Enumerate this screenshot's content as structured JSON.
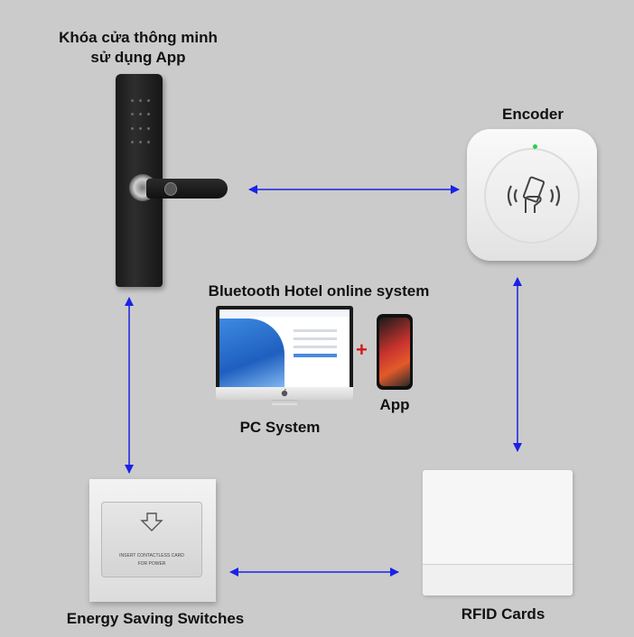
{
  "labels": {
    "lock_line1": "Khóa cửa thông minh",
    "lock_line2": "sử dụng App",
    "encoder": "Encoder",
    "system_title": "Bluetooth Hotel online system",
    "pc_system": "PC System",
    "app": "App",
    "energy_switch": "Energy Saving Switches",
    "rfid_cards": "RFID Cards",
    "switch_caption_line1": "INSERT CONTACTLESS CARD",
    "switch_caption_line2": "FOR POWER",
    "plus_sign": "+"
  },
  "colors": {
    "background": "#cbcbcb",
    "arrow": "#1a22e6",
    "plus": "#d21a1a",
    "encoder_led": "#26d04a"
  },
  "icons": {
    "encoder_symbol": "nfc-hand-card-icon",
    "switch_symbol": "down-arrow-insert-icon",
    "monitor_logo": "apple-logo-icon"
  }
}
